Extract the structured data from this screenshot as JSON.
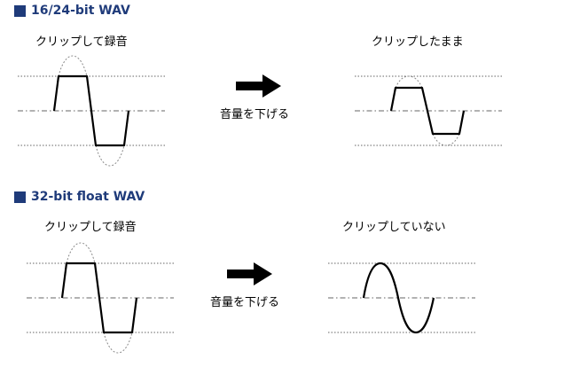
{
  "sections": [
    {
      "title": "16/24-bit WAV",
      "left_caption": "クリップして録音",
      "action_caption": "音量を下げる",
      "right_caption": "クリップしたまま"
    },
    {
      "title": "32-bit float WAV",
      "left_caption": "クリップして録音",
      "action_caption": "音量を下げる",
      "right_caption": "クリップしていない"
    }
  ],
  "colors": {
    "heading": "#1f3b7a",
    "waveform": "#000000",
    "ghost_waveform": "#888888",
    "guide_line": "#333333"
  }
}
